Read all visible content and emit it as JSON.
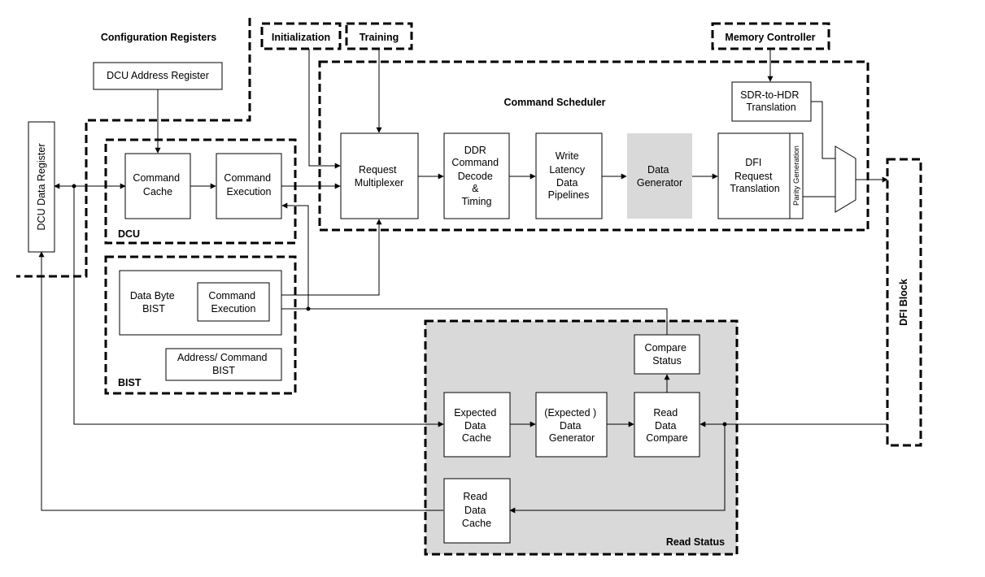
{
  "labels": {
    "config_registers": "Configuration Registers",
    "initialization": "Initialization",
    "training": "Training",
    "memory_controller": "Memory Controller",
    "command_scheduler": "Command Scheduler",
    "dcu_address_register": "DCU Address Register",
    "dcu_data_register": "DCU Data Register",
    "dcu": "DCU",
    "command_cache": [
      "Command",
      "Cache"
    ],
    "command_execution_dcu": [
      "Command",
      "Execution"
    ],
    "request_multiplexer": [
      "Request",
      "Multiplexer"
    ],
    "ddr_command_decode": [
      "DDR",
      "Command",
      "Decode",
      "&",
      "Timing"
    ],
    "write_latency": [
      "Write",
      "Latency",
      "Data",
      "Pipelines"
    ],
    "data_generator": [
      "Data",
      "Generator"
    ],
    "dfi_request_translation": [
      "DFI",
      "Request",
      "Translation"
    ],
    "parity_generation": "Parity Generation",
    "sdr_to_hdr": [
      "SDR-to-HDR",
      "Translation"
    ],
    "dfi_block": "DFI Block",
    "bist": "BIST",
    "data_byte_bist": [
      "Data Byte",
      "BIST"
    ],
    "command_execution_bist": [
      "Command",
      "Execution"
    ],
    "address_command_bist": [
      "Address/ Command",
      "BIST"
    ],
    "compare_status": [
      "Compare",
      "Status"
    ],
    "expected_data_cache": [
      "Expected",
      "Data",
      "Cache"
    ],
    "expected_data_generator": [
      "(Expected )",
      "Data",
      "Generator"
    ],
    "read_data_compare": [
      "Read",
      "Data",
      "Compare"
    ],
    "read_data_cache": [
      "Read",
      "Data",
      "Cache"
    ],
    "read_status": "Read Status"
  }
}
